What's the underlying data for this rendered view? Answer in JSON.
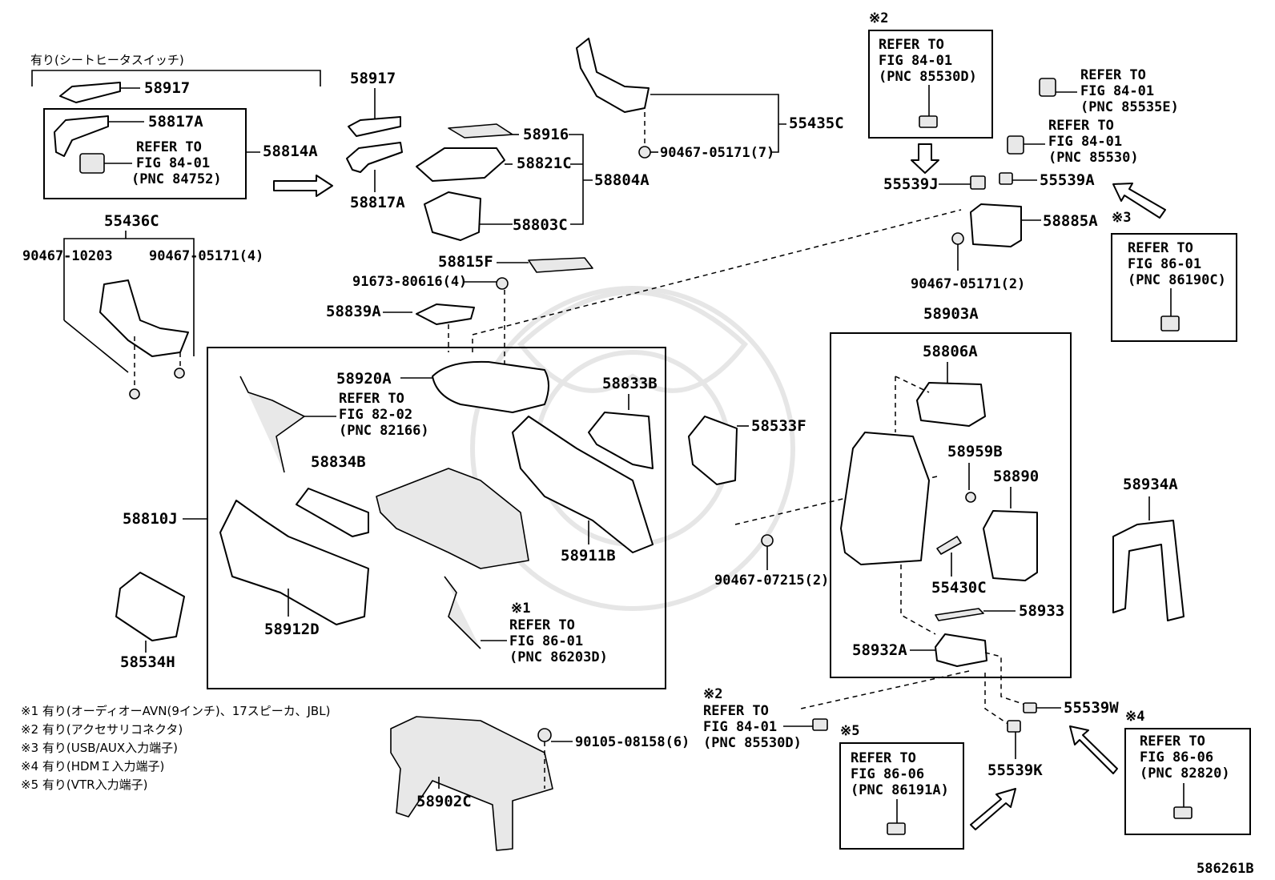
{
  "diagram_id": "586261B",
  "labels": {
    "seat_heater_note": "有り(シートヒータスイッチ)",
    "p58917_left": "58917",
    "p58817A_box": "58817A",
    "p58814A": "58814A",
    "refer_84752": [
      "REFER TO",
      "FIG 84-01",
      "(PNC 84752)"
    ],
    "p55436C": "55436C",
    "p90467_10203": "90467-10203",
    "p90467_05171_4": "90467-05171(4)",
    "p58917_mid": "58917",
    "p58817A_mid": "58817A",
    "p58916": "58916",
    "p58821C": "58821C",
    "p58804A": "58804A",
    "p58803C": "58803C",
    "p55435C": "55435C",
    "p90467_05171_7": "90467-05171(7)",
    "p58815F": "58815F",
    "p91673_80616": "91673-80616(4)",
    "p58839A": "58839A",
    "p58920A": "58920A",
    "refer_82166": [
      "REFER TO",
      "FIG 82-02",
      "(PNC 82166)"
    ],
    "p58833B": "58833B",
    "p58834B": "58834B",
    "p58810J": "58810J",
    "p58911B": "58911B",
    "p58912D": "58912D",
    "p58534H": "58534H",
    "refer_86203D": [
      "REFER TO",
      "FIG 86-01",
      "(PNC 86203D)"
    ],
    "mark1": "※1",
    "p58533F": "58533F",
    "p90467_07215": "90467-07215(2)",
    "mark2_top": "※2",
    "refer_85530D_top": [
      "REFER TO",
      "FIG 84-01",
      "(PNC 85530D)"
    ],
    "refer_85535E": [
      "REFER TO",
      "FIG 84-01",
      "(PNC 85535E)"
    ],
    "refer_85530": [
      "REFER TO",
      "FIG 84-01",
      "(PNC 85530)"
    ],
    "p55539J": "55539J",
    "p55539A": "55539A",
    "p58885A": "58885A",
    "p90467_05171_2": "90467-05171(2)",
    "mark3": "※3",
    "refer_86190C": [
      "REFER TO",
      "FIG 86-01",
      "(PNC 86190C)"
    ],
    "p58903A": "58903A",
    "p58806A": "58806A",
    "p58959B": "58959B",
    "p58890": "58890",
    "p55430C": "55430C",
    "p58933": "58933",
    "p58932A": "58932A",
    "p58934A": "58934A",
    "mark2_bottom": "※2",
    "refer_85530D_bottom": [
      "REFER TO",
      "FIG 84-01",
      "(PNC 85530D)"
    ],
    "p55539W": "55539W",
    "p55539K": "55539K",
    "mark4": "※4",
    "refer_82820": [
      "REFER TO",
      "FIG 86-06",
      "(PNC 82820)"
    ],
    "mark5": "※5",
    "refer_86191A": [
      "REFER TO",
      "FIG 86-06",
      "(PNC 86191A)"
    ],
    "p90105_08158": "90105-08158(6)",
    "p58902C": "58902C"
  },
  "legend": [
    "※1 有り(オーディオーAVN(9インチ)、17スピーカ、JBL)",
    "※2  有り(アクセサリコネクタ)",
    "※3  有り(USB/AUX入力端子)",
    "※4  有り(HDMＩ入力端子)",
    "※5  有り(VTR入力端子)"
  ]
}
